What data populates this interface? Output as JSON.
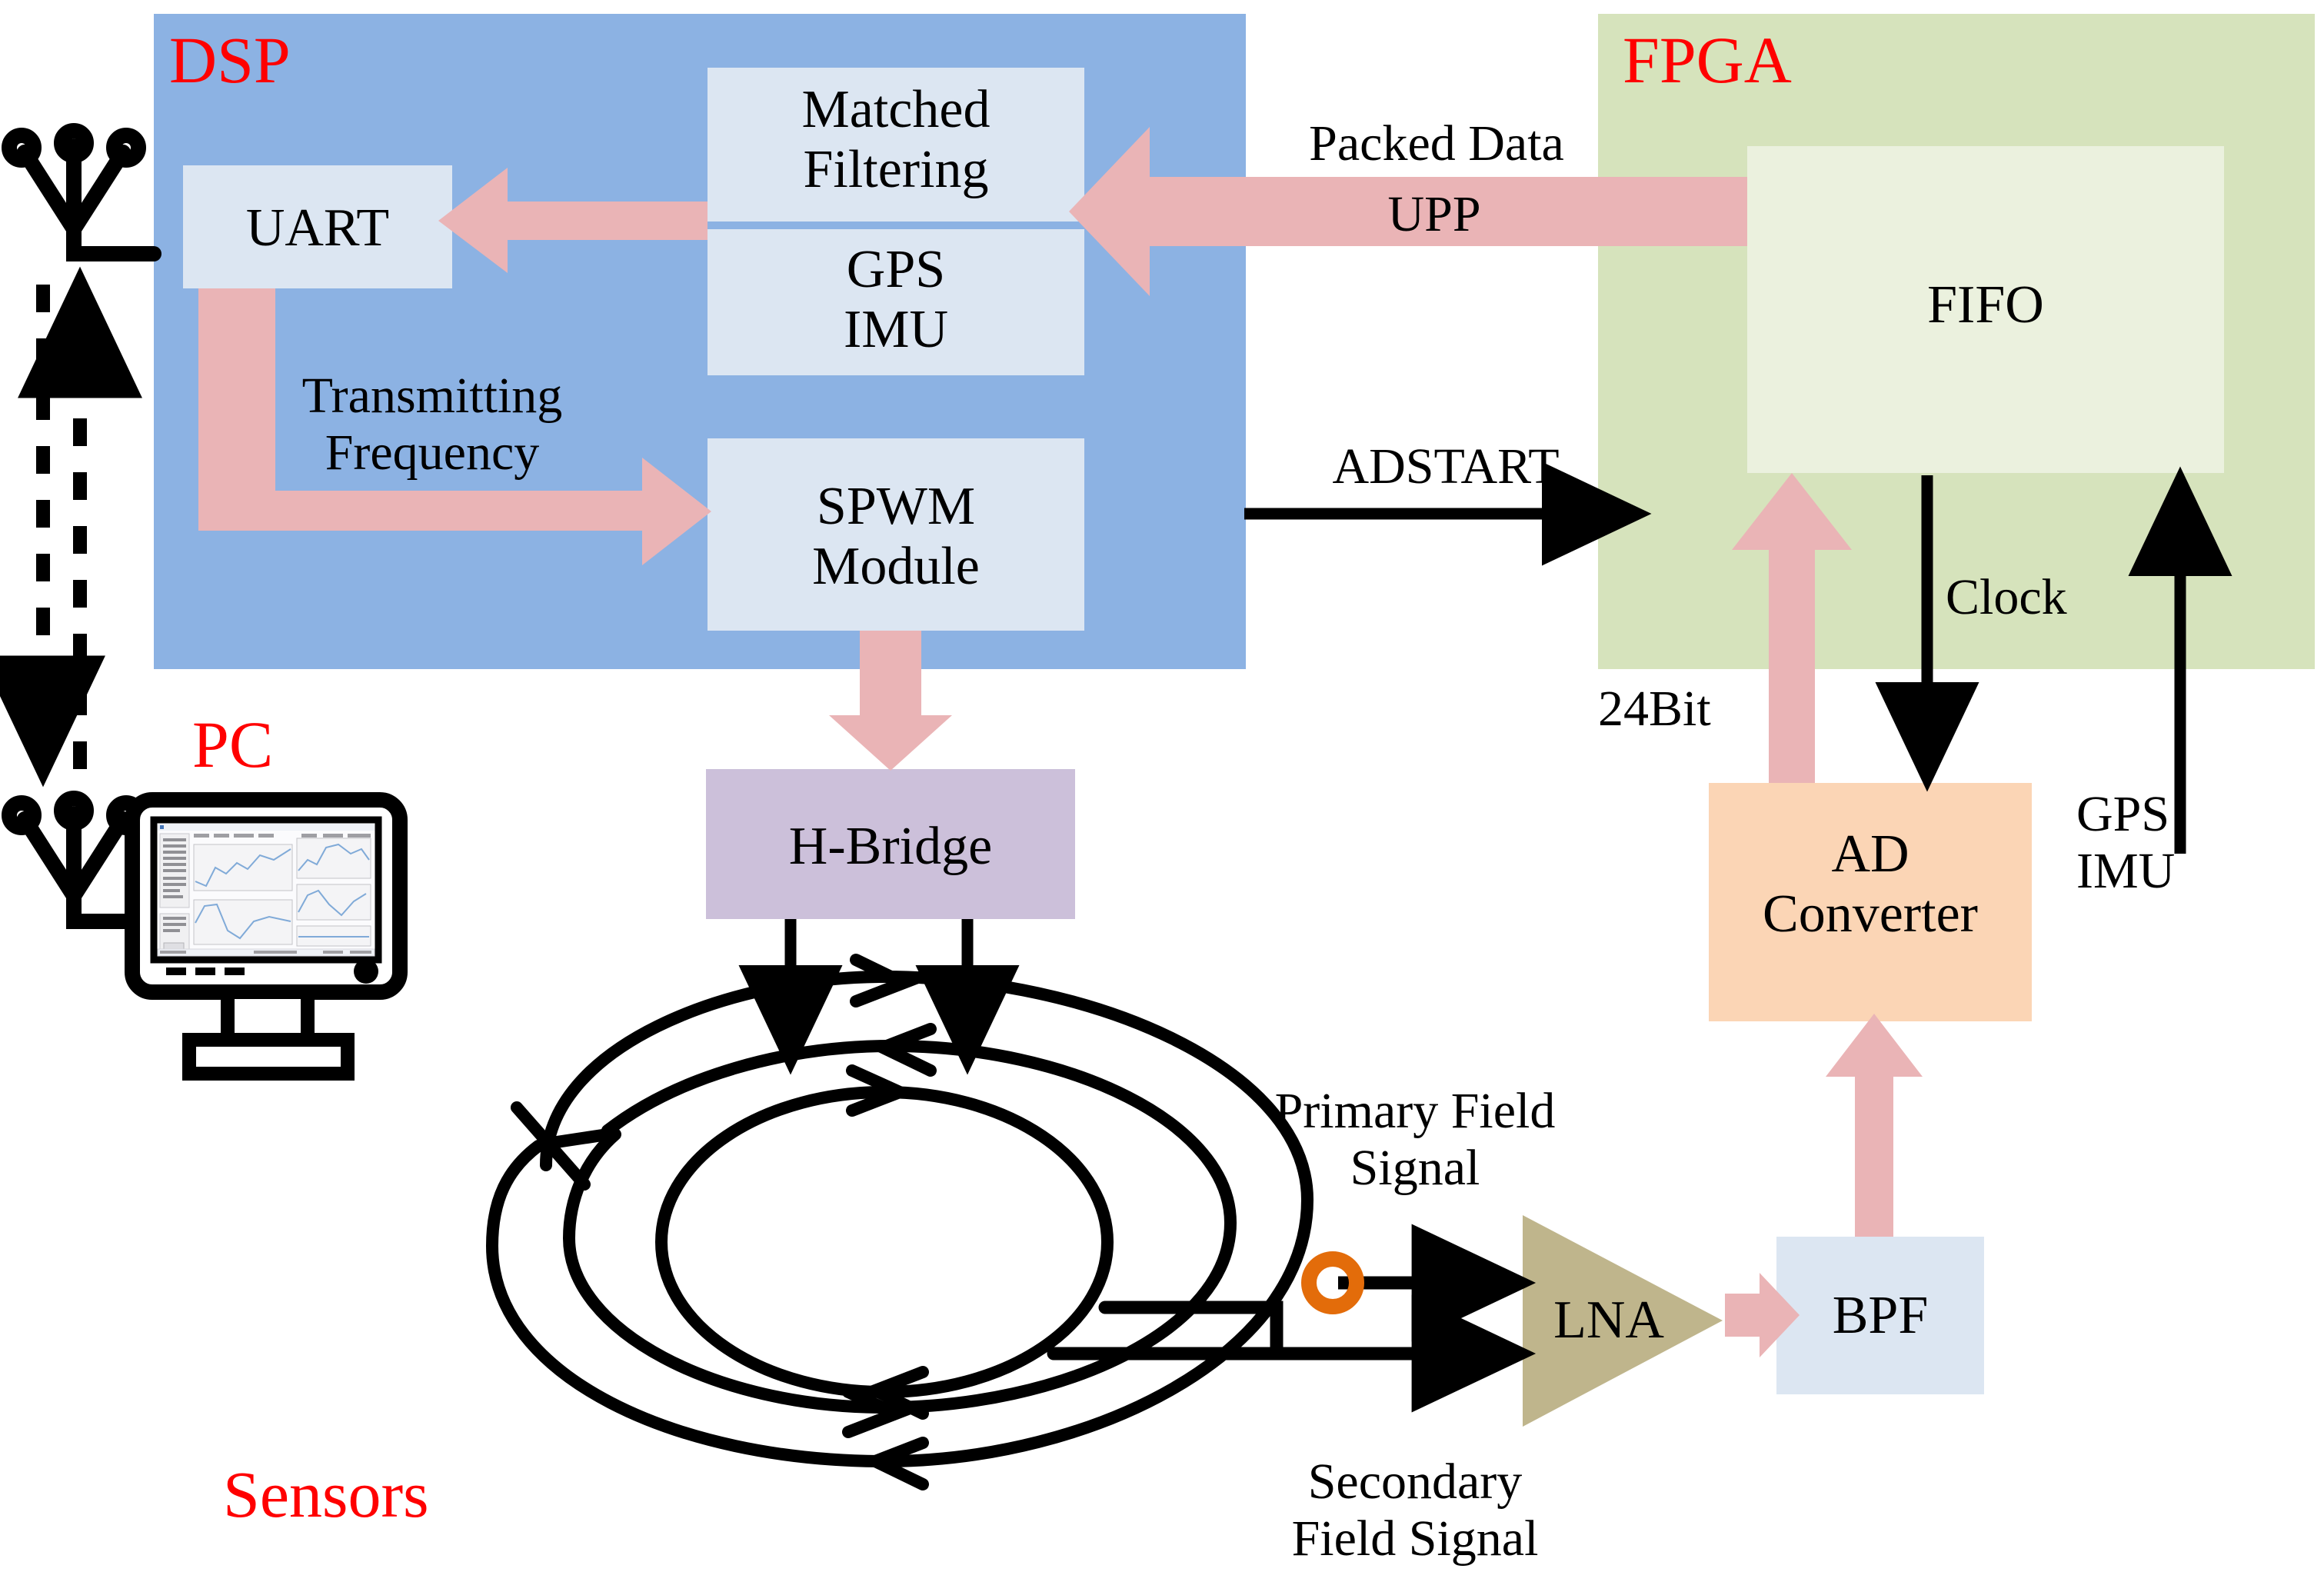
{
  "diagram": {
    "title": "DSP-FPGA transient electromagnetic transmitter-receiver system block diagram",
    "groups": {
      "dsp": {
        "label": "DSP",
        "color": "#8CB2E3"
      },
      "fpga": {
        "label": "FPGA",
        "color": "#D6E3BC"
      },
      "pc": {
        "label": "PC"
      },
      "sensors": {
        "label": "Sensors"
      }
    },
    "blocks": {
      "uart": {
        "label": "UART",
        "color": "#DCE6F2"
      },
      "matched_filtering": {
        "label": "Matched\nFiltering",
        "color": "#DCE6F2"
      },
      "gps_imu": {
        "label": "GPS\nIMU",
        "color": "#DCE6F2"
      },
      "spwm": {
        "label": "SPWM\nModule",
        "color": "#DCE6F2"
      },
      "hbridge": {
        "label": "H-Bridge",
        "color": "#CCC0DA"
      },
      "fifo": {
        "label": "FIFO",
        "color": "#EBF1DE"
      },
      "ad_converter": {
        "label": "AD\nConverter",
        "color": "#FBD5B5"
      },
      "lna": {
        "label": "LNA",
        "color": "#BFB58C"
      },
      "bpf": {
        "label": "BPF",
        "color": "#DCE6F2"
      }
    },
    "signals": {
      "packed_data": "Packed Data",
      "upp": "UPP",
      "transmitting_frequency": "Transmitting\nFrequency",
      "adstart": "ADSTART",
      "clock": "Clock",
      "bit24": "24Bit",
      "gps_imu_external": "GPS\nIMU",
      "primary_field": "Primary Field\nSignal",
      "secondary_field": "Secondary\nField Signal"
    },
    "colors": {
      "dsp_fill": "#8CB2E3",
      "fpga_fill": "#D6E3BC",
      "pink_arrow": "#EAB4B6",
      "light_blue_box": "#DCE6F2",
      "purple_box": "#CCC0DA",
      "fifo_box": "#EBF1DE",
      "ad_box": "#FBD5B5",
      "lna_fill": "#BFB58C",
      "red_text": "#FF0000",
      "black_line": "#000000",
      "orange_ring": "#E36C0A"
    },
    "icons": {
      "antenna_top": "antenna-icon",
      "antenna_bottom": "antenna-icon",
      "pc_monitor": "monitor-icon",
      "coil": "spiral-coil-icon",
      "tap_point": "orange-ring-icon"
    }
  }
}
